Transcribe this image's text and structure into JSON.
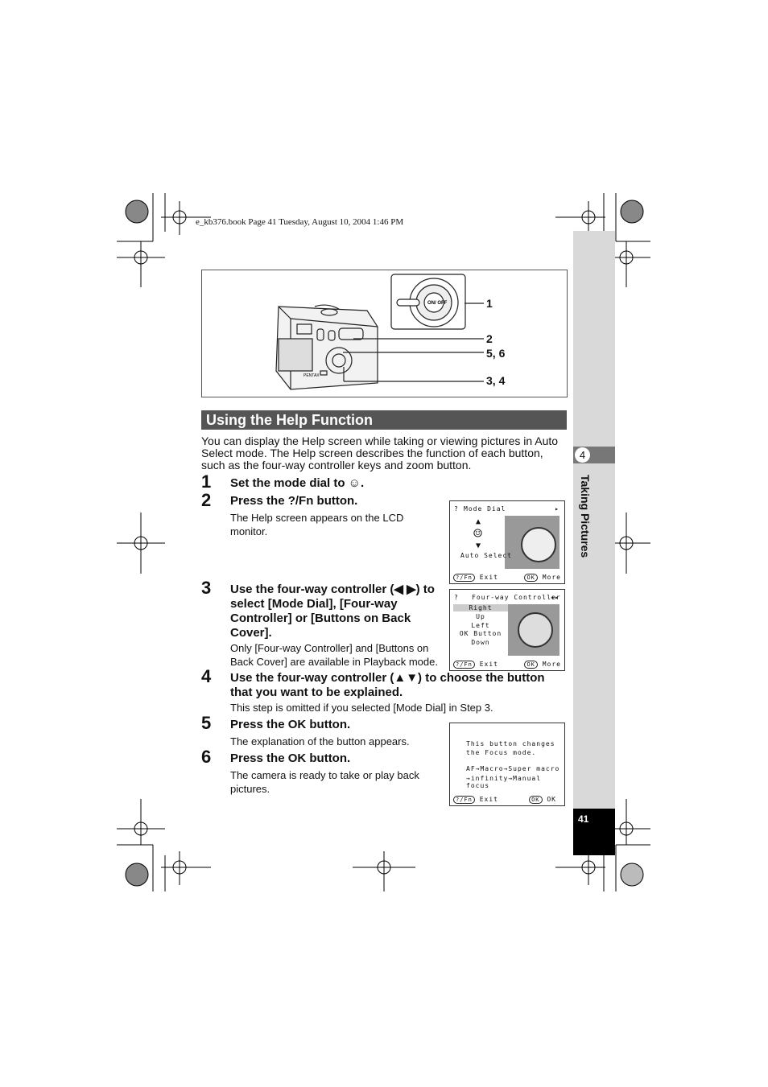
{
  "print_header": "e_kb376.book  Page 41  Tuesday, August 10, 2004  1:46 PM",
  "side_tab": {
    "chapter_number": "4",
    "chapter_title": "Taking Pictures",
    "page_number": "41"
  },
  "figure": {
    "dial_label": "ON/ OFF",
    "brand": "PENTAX",
    "callouts": [
      "1",
      "2",
      "5, 6",
      "3, 4"
    ]
  },
  "section": {
    "title": "Using the Help Function",
    "intro": "You can display the Help screen while taking or viewing pictures in Auto Select mode. The Help screen describes the function of each button, such as the four-way controller keys and zoom button."
  },
  "steps": [
    {
      "num": "1",
      "title": "Set the mode dial to ☺.",
      "body": ""
    },
    {
      "num": "2",
      "title": "Press the ?/Fn button.",
      "body": "The Help screen appears on the LCD monitor."
    },
    {
      "num": "3",
      "title": "Use the four-way controller (◀ ▶) to select [Mode Dial], [Four-way Controller] or [Buttons on Back Cover].",
      "body": "Only [Four-way Controller] and [Buttons on Back Cover] are available in Playback mode."
    },
    {
      "num": "4",
      "title": "Use the four-way controller (▲▼) to choose the button that you want to be explained.",
      "body": "This step is omitted if you selected [Mode Dial] in Step 3."
    },
    {
      "num": "5",
      "title": "Press the OK button.",
      "body": "The explanation of the button appears."
    },
    {
      "num": "6",
      "title": "Press the OK button.",
      "body": "The camera is ready to take or play back pictures."
    }
  ],
  "screens": {
    "screen1": {
      "title": "Mode Dial",
      "label": "Auto Select",
      "exit": "Exit",
      "more": "More"
    },
    "screen2": {
      "title": "Four-way Controller",
      "items": [
        "Right",
        "Up",
        "Left",
        "OK Button",
        "Down"
      ],
      "exit": "Exit",
      "more": "More"
    },
    "screen3": {
      "line1": "This button changes",
      "line2": "the Focus mode.",
      "line3": "AF→Macro→Super macro",
      "line4": "→infinity→Manual focus",
      "exit": "Exit",
      "ok": "OK"
    }
  },
  "colors": {
    "section_bar": "#555555",
    "side_tab": "#d9d9d9",
    "page_box": "#000000"
  }
}
